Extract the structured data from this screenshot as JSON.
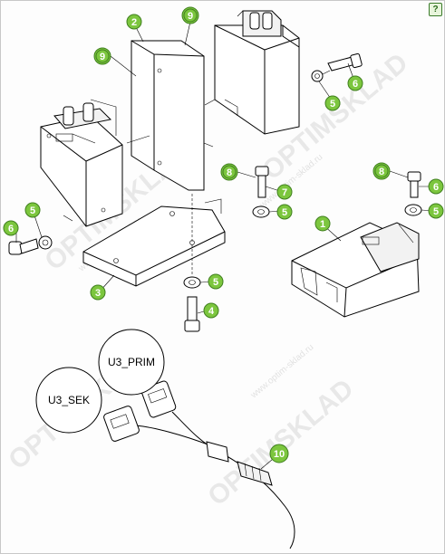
{
  "help_button": "?",
  "watermark": {
    "brand": "OPTIMSKLAD",
    "url": "www.optim-sklad.ru"
  },
  "callouts": {
    "c1": "1",
    "c2": "2",
    "c3": "3",
    "c4": "4",
    "c5a": "5",
    "c5b": "5",
    "c5c": "5",
    "c5d": "5",
    "c5e": "5",
    "c6a": "6",
    "c6b": "6",
    "c6c": "6",
    "c7": "7",
    "c8a": "8",
    "c8b": "8",
    "c9a": "9",
    "c9b": "9",
    "c10": "10"
  },
  "connector_labels": {
    "prim": "U3_PRIM",
    "sek": "U3_SEK"
  }
}
